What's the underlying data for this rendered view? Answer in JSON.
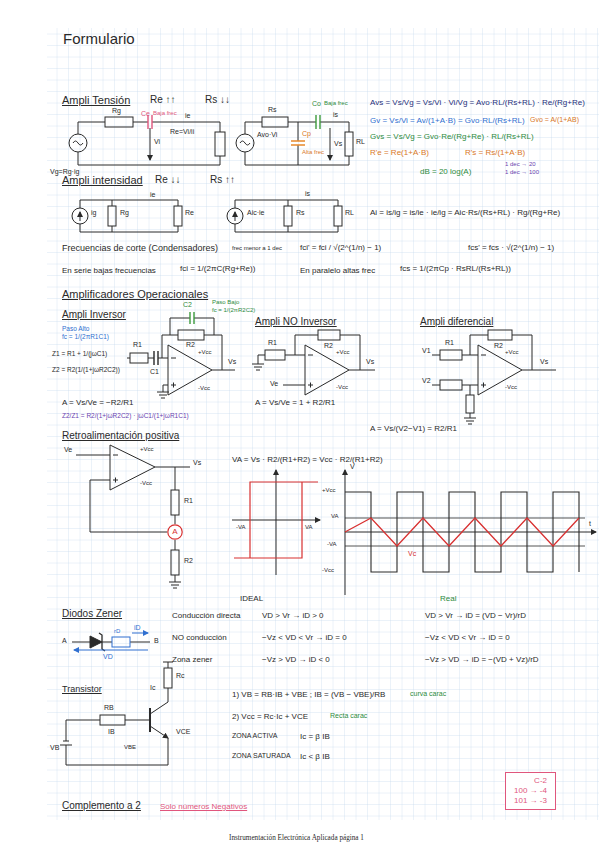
{
  "diagram": {
    "title": "Formulario",
    "caption": "Instrumentación Electrónica Aplicada página 1",
    "nodes": [
      {
        "text": [
          "A"
        ]
      },
      {
        "text": [
          "C-2",
          "100 → -4",
          "101 → -3"
        ]
      }
    ],
    "labels": [
      "Ampli Tensión",
      "Re ↑↑",
      "Rs ↓↓",
      "Ce",
      "Baja frec",
      "ie",
      "Rg",
      "Vi",
      "Re=Vi/ii",
      "Vg=Rg·ig",
      "Rs",
      "Co",
      "Baja frec",
      "is",
      "Avo·Vi",
      "Cp",
      "Alta frec",
      "Vs",
      "RL",
      "Avs = Vs/Vg = Vs/Vi · Vi/Vg = Avo·RL/(Rs+RL) · Re/(Rg+Re)",
      "Gv = Vs/Vi = Av/(1+A·B) = Gvo·RL/(Rs+RL)",
      "Gvo = A/(1+AB)",
      "Gvs = Vs/Vg = Gvo·Re/(Rg+Re) · RL/(Rs+RL)",
      "R'e = Re(1+A·B)",
      "R's = Rs/(1+A·B)",
      "dB = 20 log(A)",
      "1 dec → 20",
      "1 dec → 100",
      "Ampli intensidad",
      "Re ↓↓",
      "Rs ↑↑",
      "ig",
      "Rg",
      "ie",
      "Re",
      "Aic·ie",
      "Rs",
      "is",
      "RL",
      "Ai = is/ig = is/ie · ie/ig = Aic·Rs/(Rs+RL) · Rg/(Rg+Re)",
      "Frecuencias de corte (Condensadores)",
      "frec menor a 1 dec",
      "fci' = fci / √(2^(1/n) − 1)",
      "fcs' = fcs · √(2^(1/n) − 1)",
      "En serie bajas frecuencias",
      "fci = 1/(2πC(Rg+Re))",
      "En paralelo altas frec",
      "fcs = 1/(2πCp · RsRL/(Rs+RL))",
      "Amplificadores Operacionales",
      "Ampli Inversor",
      "Paso Alto",
      "fc = 1/(2πR1C1)",
      "Z1 = R1 + 1/(jωC1)",
      "Z2 = R2(1/(1+jωR2C2))",
      "C2",
      "Paso Bajo",
      "fc = 1/(2πR2C2)",
      "R1",
      "C1",
      "R2",
      "+Vcc",
      "-Vcc",
      "Vs",
      "A = Vs/Ve = −R2/R1",
      "Z2/Z1 = R2/(1+jωR2C2) · jωC1/(1+jωR1C1)",
      "Ampli NO Inversor",
      "R1",
      "R2",
      "+Vcc",
      "-Vcc",
      "Ve",
      "Vs",
      "A = Vs/Ve = 1 + R2/R1",
      "Ampli diferencial",
      "V1",
      "V2",
      "R1",
      "R2",
      "+Vcc",
      "-Vcc",
      "Vs",
      "A = Vs/(V2−V1) = R2/R1",
      "Retroalimentación positiva",
      "Ve",
      "+Vcc",
      "-Vcc",
      "Vs",
      "R1",
      "R2",
      "VA = Vs · R2/(R1+R2) = Vcc · R2/(R1+R2)",
      "-VA",
      "VA",
      "+Vcc",
      "V",
      "VA",
      "-VA",
      "-Vcc",
      "Vc",
      "t",
      "IDEAL",
      "Real",
      "Diodos Zener",
      "Conducción directa",
      "VD > Vr → iD > 0",
      "VD > Vr → iD = (VD − Vr)/rD",
      "NO conducción",
      "−Vz < VD < Vr → iD = 0",
      "−Vz < VD < Vr → iD = 0",
      "Zona zener",
      "−Vz > VD → iD < 0",
      "−Vz > VD → iD = −(VD + Vz)/rD",
      "A",
      "B",
      "iD",
      "rD",
      "VD",
      "Transistor",
      "Ic",
      "Rc",
      "RB",
      "IB",
      "VBE",
      "VCE",
      "VB",
      "1) VB = RB·IB + VBE ; IB = (VB − VBE)/RB",
      "curva carac",
      "2) Vcc = Rc·Ic + VCE",
      "Recta carac",
      "ZONA ACTIVA",
      "Ic = β IB",
      "ZONA SATURADA",
      "Ic < β IB",
      "Complemento a 2",
      "Solo números Negativos"
    ]
  }
}
